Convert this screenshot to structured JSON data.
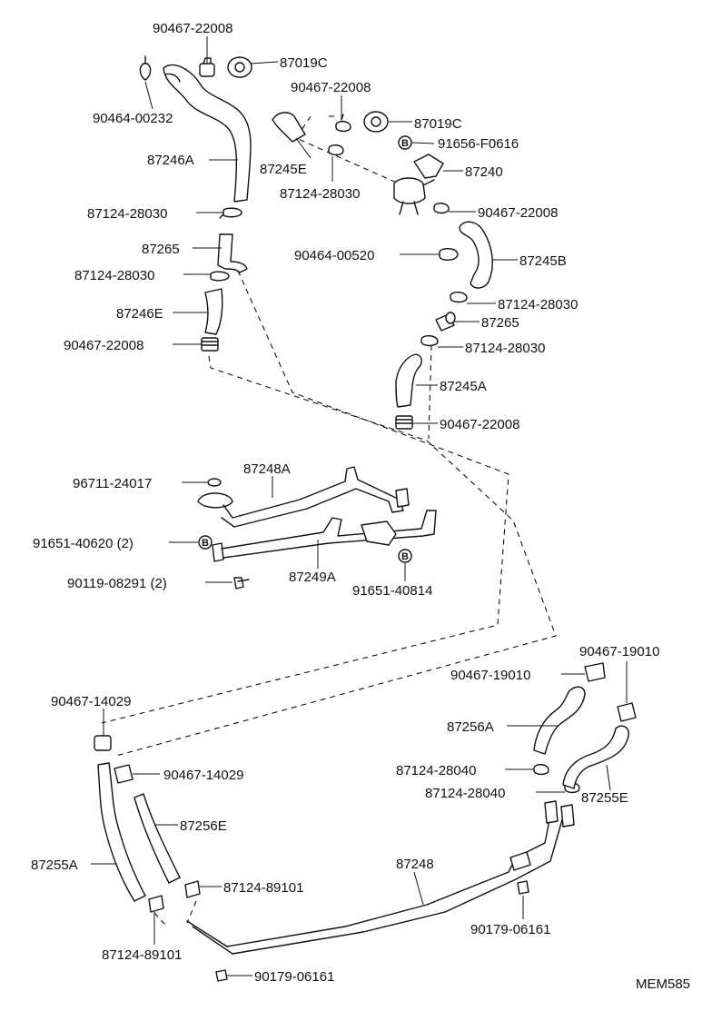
{
  "labels": {
    "p_90467_22008_a": "90467-22008",
    "p_87019C_a": "87019C",
    "p_90464_00232": "90464-00232",
    "p_90467_22008_b": "90467-22008",
    "p_87019C_b": "87019C",
    "p_91656_F0616": "91656-F0616",
    "p_87246A": "87246A",
    "p_87245E": "87245E",
    "p_87240": "87240",
    "p_87124_28030_a": "87124-28030",
    "p_87124_28030_b": "87124-28030",
    "p_90467_22008_c": "90467-22008",
    "p_87265_a": "87265",
    "p_90464_00520": "90464-00520",
    "p_87245B": "87245B",
    "p_87124_28030_c": "87124-28030",
    "p_87124_28030_d": "87124-28030",
    "p_87246E": "87246E",
    "p_87265_b": "87265",
    "p_90467_22008_d": "90467-22008",
    "p_87124_28030_e": "87124-28030",
    "p_87245A": "87245A",
    "p_90467_22008_e": "90467-22008",
    "p_96711_24017": "96711-24017",
    "p_87248A": "87248A",
    "p_91651_40620": "91651-40620 (2)",
    "p_90119_08291": "90119-08291 (2)",
    "p_87249A": "87249A",
    "p_91651_40814": "91651-40814",
    "p_90467_19010_a": "90467-19010",
    "p_90467_19010_b": "90467-19010",
    "p_90467_14029_a": "90467-14029",
    "p_87256A": "87256A",
    "p_90467_14029_b": "90467-14029",
    "p_87124_28040_a": "87124-28040",
    "p_87124_28040_b": "87124-28040",
    "p_87255E": "87255E",
    "p_87256E": "87256E",
    "p_87248": "87248",
    "p_87255A": "87255A",
    "p_87124_89101_a": "87124-89101",
    "p_90179_06161_a": "90179-06161",
    "p_87124_89101_b": "87124-89101",
    "p_90179_06161_b": "90179-06161"
  },
  "bolt_marker": "B",
  "figure_code": "MEM585"
}
